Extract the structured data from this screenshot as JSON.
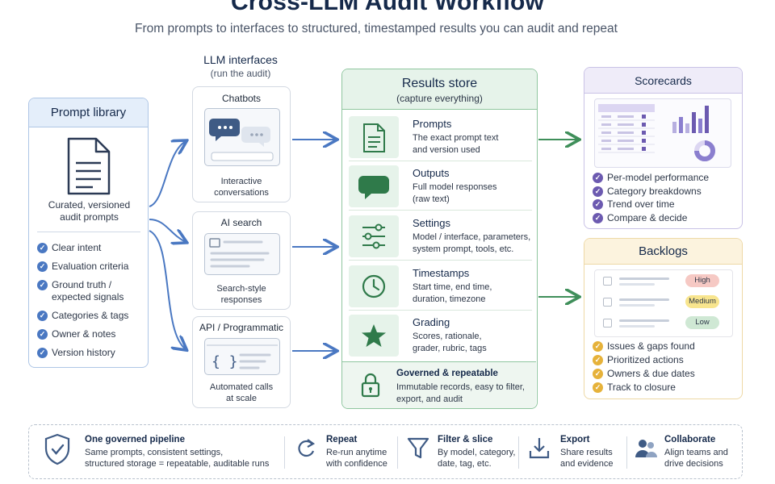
{
  "header": {
    "title": "Cross-LLM Audit Workflow",
    "subtitle": "From prompts to interfaces to structured, timestamped results you can audit and repeat"
  },
  "prompt_library": {
    "title": "Prompt library",
    "caption": [
      "Curated, versioned",
      "audit prompts"
    ],
    "items": [
      "Clear intent",
      "Evaluation criteria",
      "Ground truth /",
      "expected signals",
      "Categories & tags",
      "Owner & notes",
      "Version history"
    ]
  },
  "llm_interfaces": {
    "title": "LLM interfaces",
    "subtitle": "(run the audit)",
    "cards": [
      {
        "label": "Chatbots",
        "caption": [
          "Interactive",
          "conversations"
        ],
        "icon": "chat-bubbles-icon"
      },
      {
        "label": "AI search",
        "caption": [
          "Search-style",
          "responses"
        ],
        "icon": "search-window-icon"
      },
      {
        "label": "API / Programmatic",
        "caption": [
          "Automated calls",
          "at scale"
        ],
        "icon": "code-braces-icon"
      }
    ]
  },
  "results_store": {
    "title": "Results store",
    "subtitle": "(capture everything)",
    "rows": [
      {
        "title": "Prompts",
        "desc": [
          "The exact prompt text",
          "and version used"
        ],
        "icon": "document-icon"
      },
      {
        "title": "Outputs",
        "desc": [
          "Full model responses",
          "(raw text)"
        ],
        "icon": "speech-bubble-icon"
      },
      {
        "title": "Settings",
        "desc": [
          "Model / interface, parameters,",
          "system prompt, tools, etc."
        ],
        "icon": "sliders-icon"
      },
      {
        "title": "Timestamps",
        "desc": [
          "Start time, end time,",
          "duration, timezone"
        ],
        "icon": "clock-icon"
      },
      {
        "title": "Grading",
        "desc": [
          "Scores, rationale,",
          "grader, rubric, tags"
        ],
        "icon": "star-icon"
      }
    ],
    "footer": {
      "title": "Governed & repeatable",
      "desc": [
        "Immutable records, easy to filter,",
        "export, and audit"
      ],
      "icon": "lock-icon"
    }
  },
  "scorecards": {
    "title": "Scorecards",
    "items": [
      "Per-model performance",
      "Category breakdowns",
      "Trend over time",
      "Compare & decide"
    ]
  },
  "backlogs": {
    "title": "Backlogs",
    "priorities": [
      "High",
      "Medium",
      "Low"
    ],
    "items": [
      "Issues & gaps found",
      "Prioritized actions",
      "Owners & due dates",
      "Track to closure"
    ]
  },
  "banner": {
    "items": [
      {
        "title": "One governed pipeline",
        "desc": [
          "Same prompts, consistent settings,",
          "structured storage = repeatable, auditable runs"
        ],
        "icon": "shield-check-icon"
      },
      {
        "title": "Repeat",
        "desc": [
          "Re-run anytime",
          "with confidence"
        ],
        "icon": "refresh-icon"
      },
      {
        "title": "Filter & slice",
        "desc": [
          "By model, category,",
          "date, tag, etc."
        ],
        "icon": "funnel-icon"
      },
      {
        "title": "Export",
        "desc": [
          "Share results",
          "and evidence"
        ],
        "icon": "download-icon"
      },
      {
        "title": "Collaborate",
        "desc": [
          "Align teams and",
          "drive decisions"
        ],
        "icon": "people-icon"
      }
    ]
  },
  "colors": {
    "accent_blue": "#4a78c2",
    "accent_green": "#3f8f5a",
    "accent_purple": "#6c5ab0",
    "accent_yellow": "#e6b23a"
  }
}
